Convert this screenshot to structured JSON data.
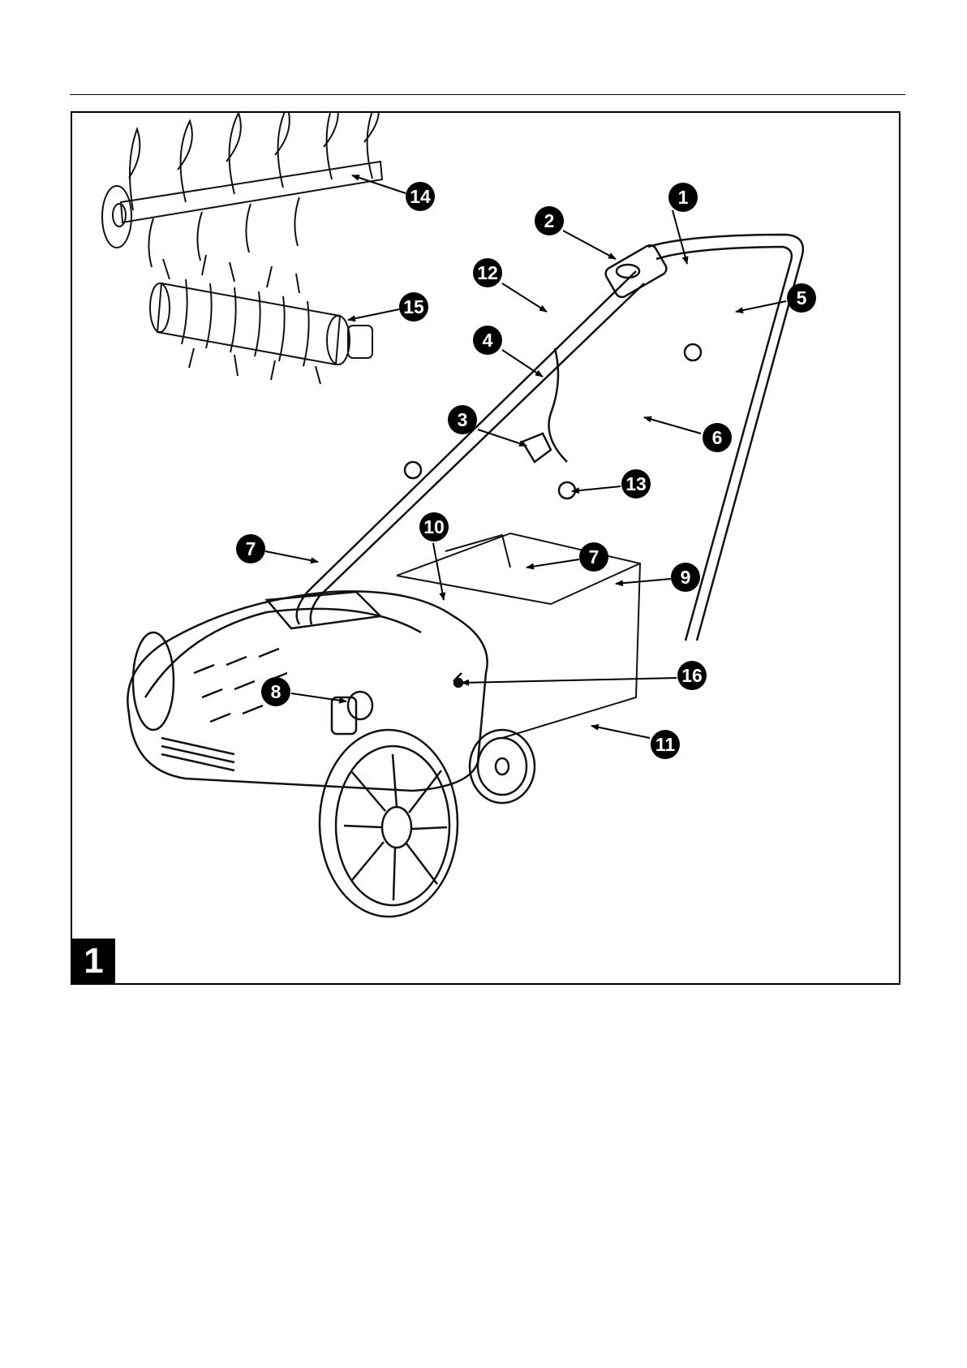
{
  "figure": {
    "number": "1",
    "callouts": [
      "1",
      "2",
      "3",
      "4",
      "5",
      "6",
      "7",
      "7",
      "8",
      "9",
      "10",
      "11",
      "12",
      "13",
      "14",
      "15",
      "16"
    ]
  }
}
